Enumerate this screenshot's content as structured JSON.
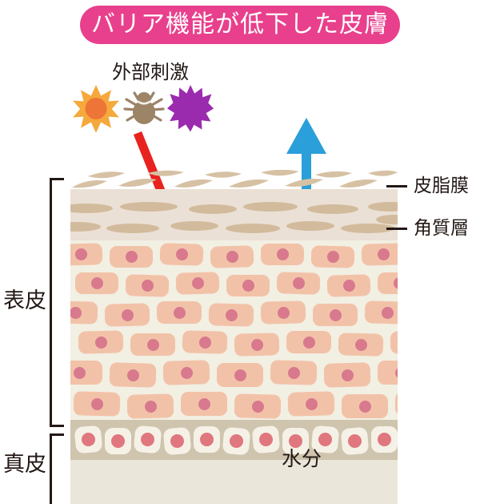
{
  "title": {
    "text": "バリア機能が低下した皮膚",
    "banner_color": "#E8408C",
    "text_color": "#FFFFFF"
  },
  "stimuli": {
    "label": "外部刺激",
    "icons": [
      {
        "name": "sun-icon",
        "ray_color": "#F5A93C",
        "core_color": "#EE7538"
      },
      {
        "name": "mite-icon",
        "body_color": "#9C8467"
      },
      {
        "name": "starburst-icon",
        "color": "#9B2BAE"
      }
    ]
  },
  "arrows": {
    "irritant": {
      "name": "red-penetration-arrow",
      "color": "#E8231F",
      "direction": "down-right"
    },
    "moisture": {
      "name": "blue-moisture-arrow",
      "color": "#2A9FD9",
      "direction": "up",
      "label": "水分"
    }
  },
  "callouts": [
    {
      "id": "sebum",
      "label": "皮脂膜"
    },
    {
      "id": "corneum",
      "label": "角質層"
    }
  ],
  "side_labels": [
    {
      "id": "epidermis",
      "label": "表皮"
    },
    {
      "id": "dermis",
      "label": "真皮"
    }
  ],
  "layers": {
    "sebum_film": {
      "color": "#D6C1A4"
    },
    "stratum_corneum": {
      "color": "#EBE0D5",
      "cell_color": "#D2BB9D"
    },
    "epidermis": {
      "color": "#F2EFE3",
      "cell_color": "#F2C2A8",
      "nucleus_color": "#D8798E"
    },
    "basal_layer": {
      "color": "#CFC4AE",
      "cell_color": "#F5F1E6",
      "nucleus_color": "#E0767E"
    },
    "dermis": {
      "color": "#EAE6DA"
    }
  }
}
